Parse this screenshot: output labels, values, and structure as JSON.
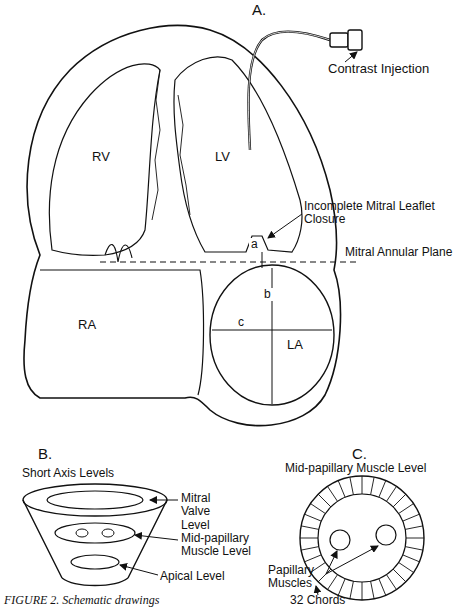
{
  "diagram": {
    "caption": "FIGURE 2. Schematic drawings",
    "labels": [
      "A.",
      "Contrast Injection",
      "RV",
      "LV",
      "RA",
      "LA",
      "Incomplete Mitral Leaflet Closure",
      "Mitral Annular Plane",
      "a",
      "b",
      "c",
      "B.",
      "Short Axis Levels",
      "Mitral Valve Level",
      "Mid-papillary Muscle Level",
      "Apical Level",
      "C.",
      "Mid-papillary Muscle Level",
      "Papillary Muscles",
      "32 Chords"
    ]
  }
}
